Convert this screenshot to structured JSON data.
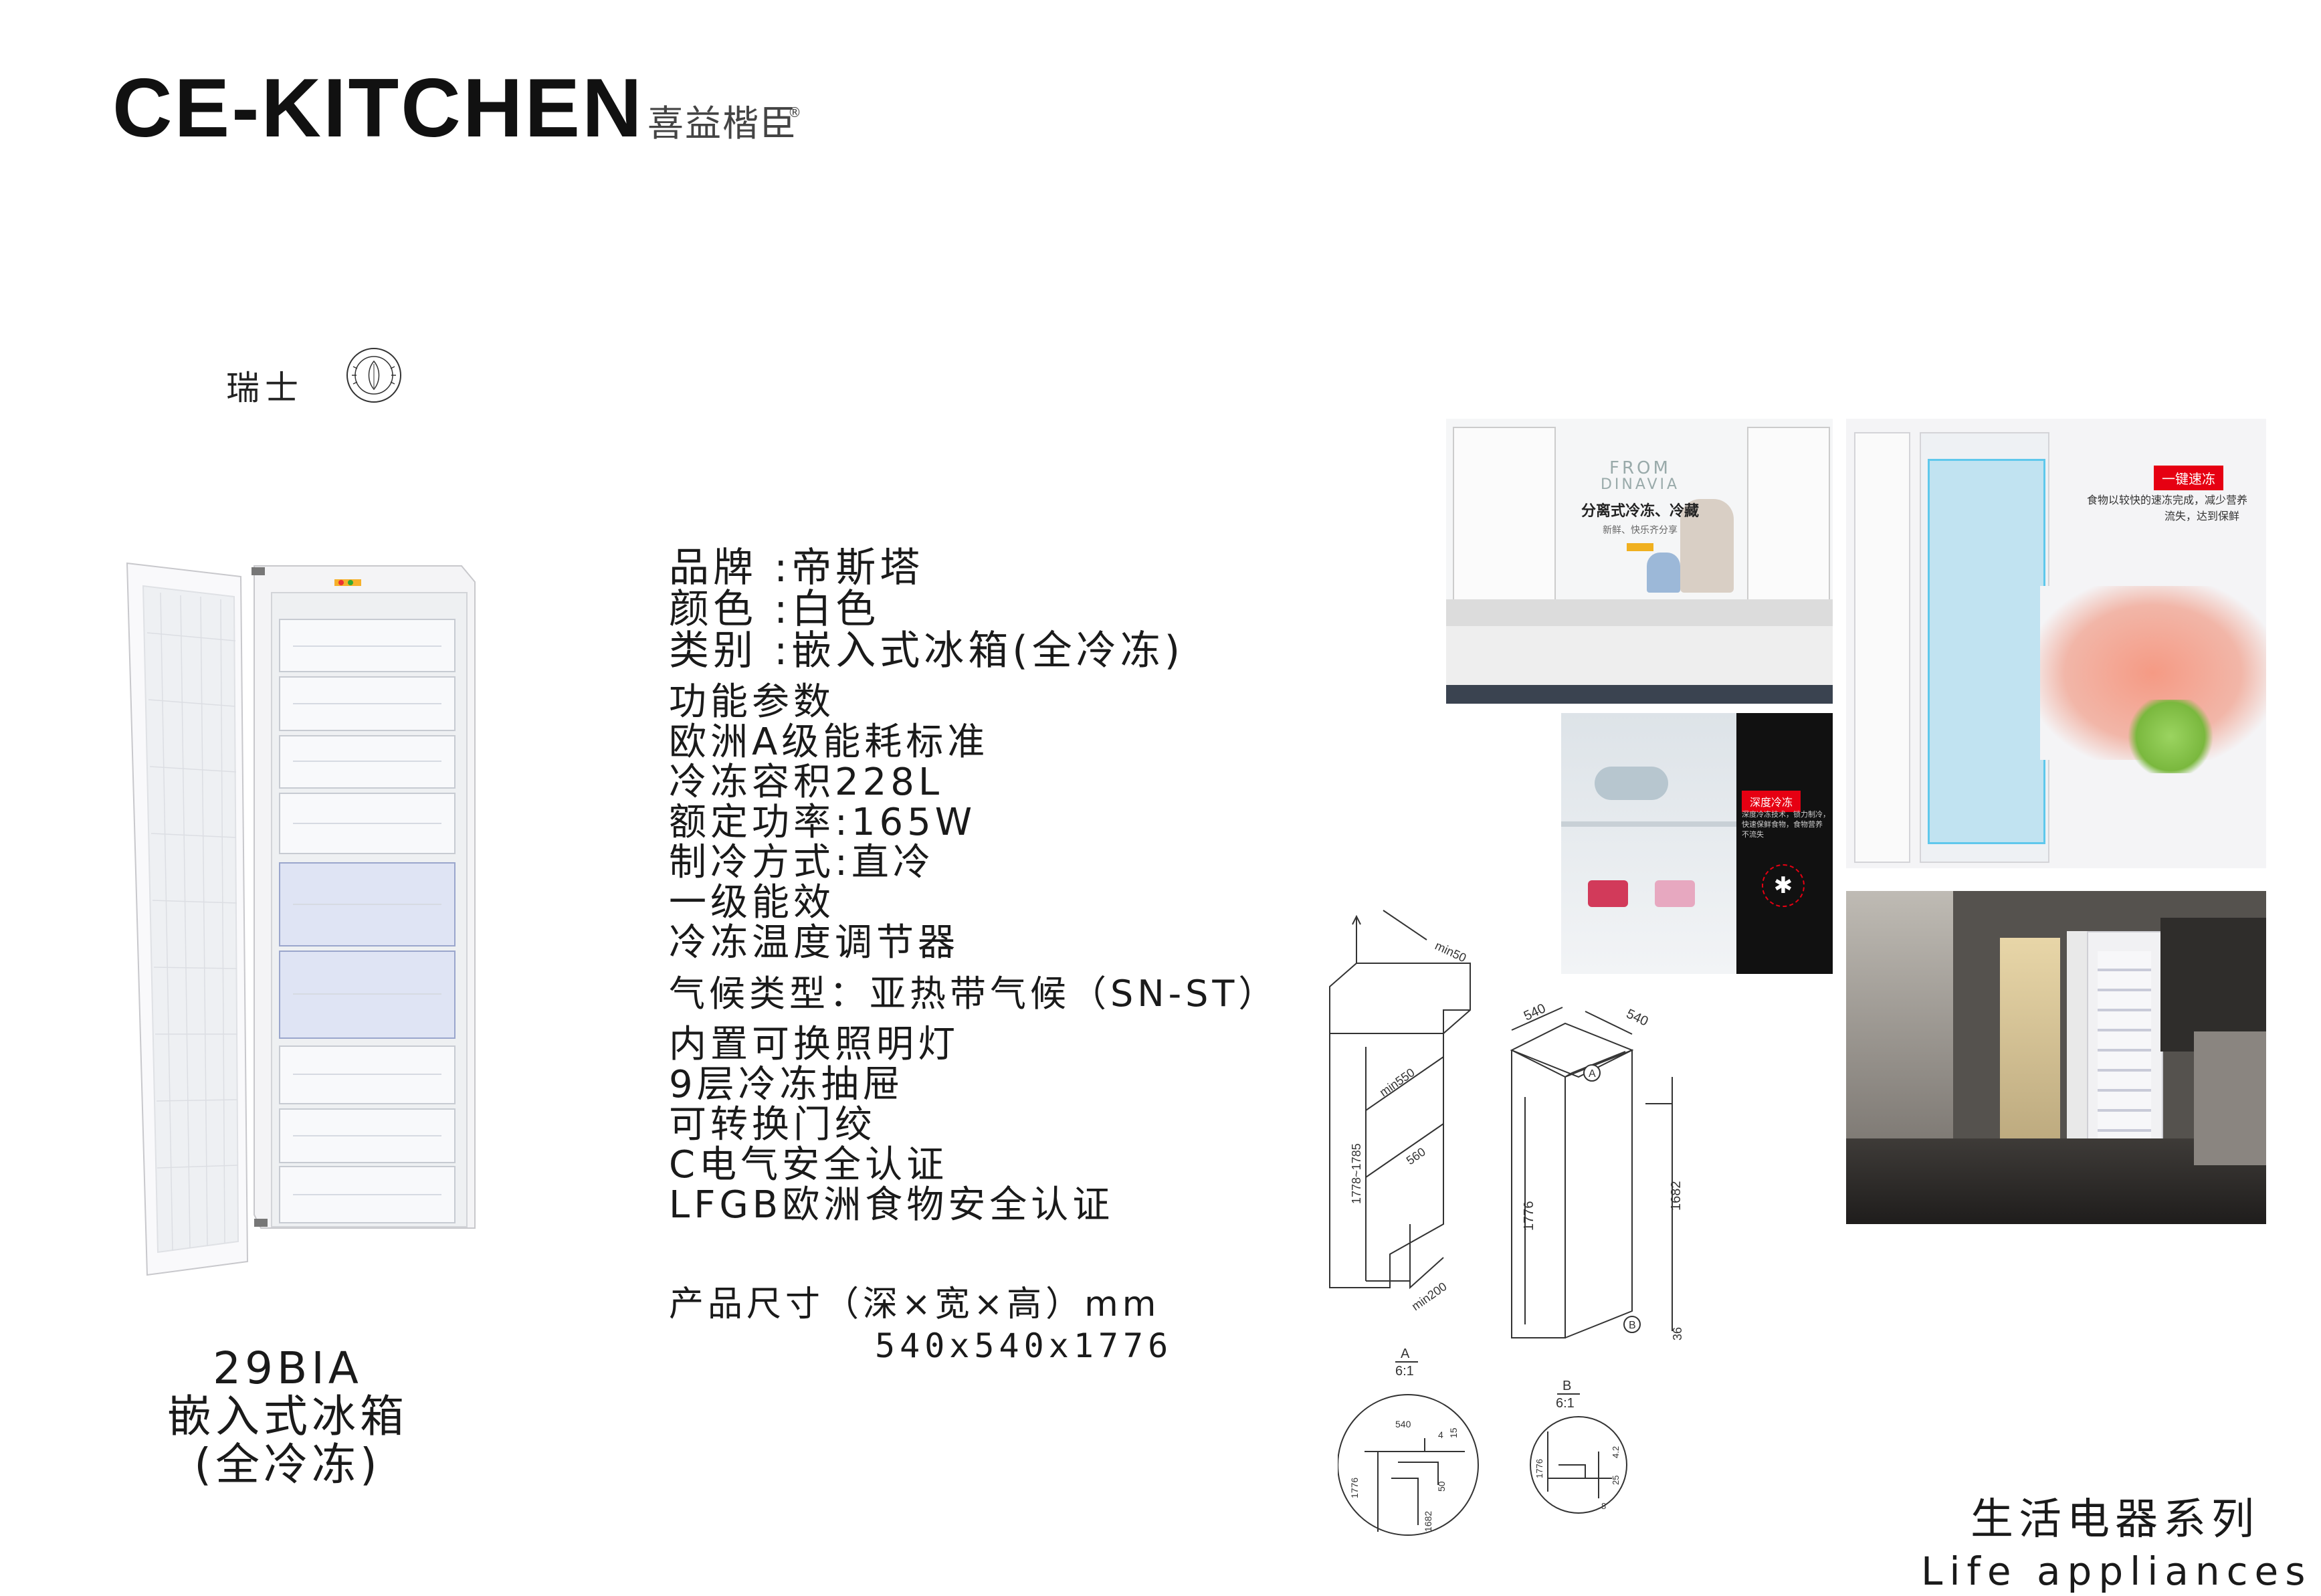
{
  "header": {
    "logo_text": "CE-KITCHEN",
    "logo_cn": "喜益楷臣",
    "registered_mark": "®"
  },
  "origin": {
    "country": "瑞士",
    "seal_icon": "brand-seal-icon"
  },
  "specs": {
    "brand_line": "品牌 :帝斯塔",
    "color_line": "颜色 :白色",
    "category_line": "类别 :嵌入式冰箱(全冷冻)",
    "features": [
      "功能参数",
      "欧洲A级能耗标准",
      "冷冻容积228L",
      "额定功率:165W",
      "制冷方式:直冷",
      "一级能效",
      "冷冻温度调节器"
    ],
    "climate_line": "气候类型：亚热带气候（SN-ST）",
    "features2": [
      "内置可换照明灯",
      "9层冷冻抽屉",
      "可转换门绞",
      "C电气安全认证",
      "LFGB欧洲食物安全认证"
    ],
    "dimensions_label": "产品尺寸（深×宽×高）mm",
    "dimensions_value": "540x540x1776"
  },
  "model": {
    "code": "29BIA",
    "name": "嵌入式冰箱",
    "subtitle": "(全冷冻)"
  },
  "photos": {
    "kitchen_banner": {
      "from": "FROM",
      "brand": "DINAVIA",
      "headline": "分离式冷冻、冷藏",
      "tagline": "新鲜、快乐齐分享"
    },
    "quick_freeze": {
      "tag": "一键速冻",
      "desc_1": "食物以较快的速冻完成，减少营养",
      "desc_2": "流失，达到保鲜"
    },
    "deep_freeze": {
      "tag": "深度冷冻",
      "desc_1": "深度冷冻技术，锁力制冷，",
      "desc_2": "快速保鲜食物，食物营养",
      "desc_3": "不流失",
      "icon": "snowflake-icon"
    }
  },
  "diagram": {
    "install_labels": {
      "min50": "min50",
      "min550": "min550",
      "w560": "560",
      "h_range": "1778~1785",
      "min200": "min200"
    },
    "product_labels": {
      "d540": "540",
      "w540": "540",
      "h1776": "1776",
      "h1682": "1682",
      "b36": "36",
      "marker_a": "A",
      "marker_b": "B"
    },
    "detail_a": {
      "title": "A",
      "scale": "6:1",
      "v540": "540",
      "v4": "4",
      "v15": "15",
      "v1776": "1776",
      "v50": "50",
      "v1682": "1682"
    },
    "detail_b": {
      "title": "B",
      "scale": "6:1",
      "v1776": "1776",
      "v42": "4.2",
      "v25": "25",
      "v8": "8"
    }
  },
  "series": {
    "cn": "生活电器系列",
    "en": "Life appliances"
  }
}
